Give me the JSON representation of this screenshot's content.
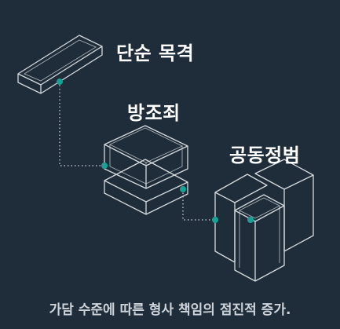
{
  "labels": {
    "simple_witness": "단순 목격",
    "accessory": "방조죄",
    "joint_principal": "공동정범"
  },
  "caption": "가담 수준에 따른 형사 책임의 점진적 증가.",
  "colors": {
    "background": "#1f2d3a",
    "outline": "#d5dade",
    "node": "#1aa196",
    "caption_text": "#cdd3d9"
  }
}
